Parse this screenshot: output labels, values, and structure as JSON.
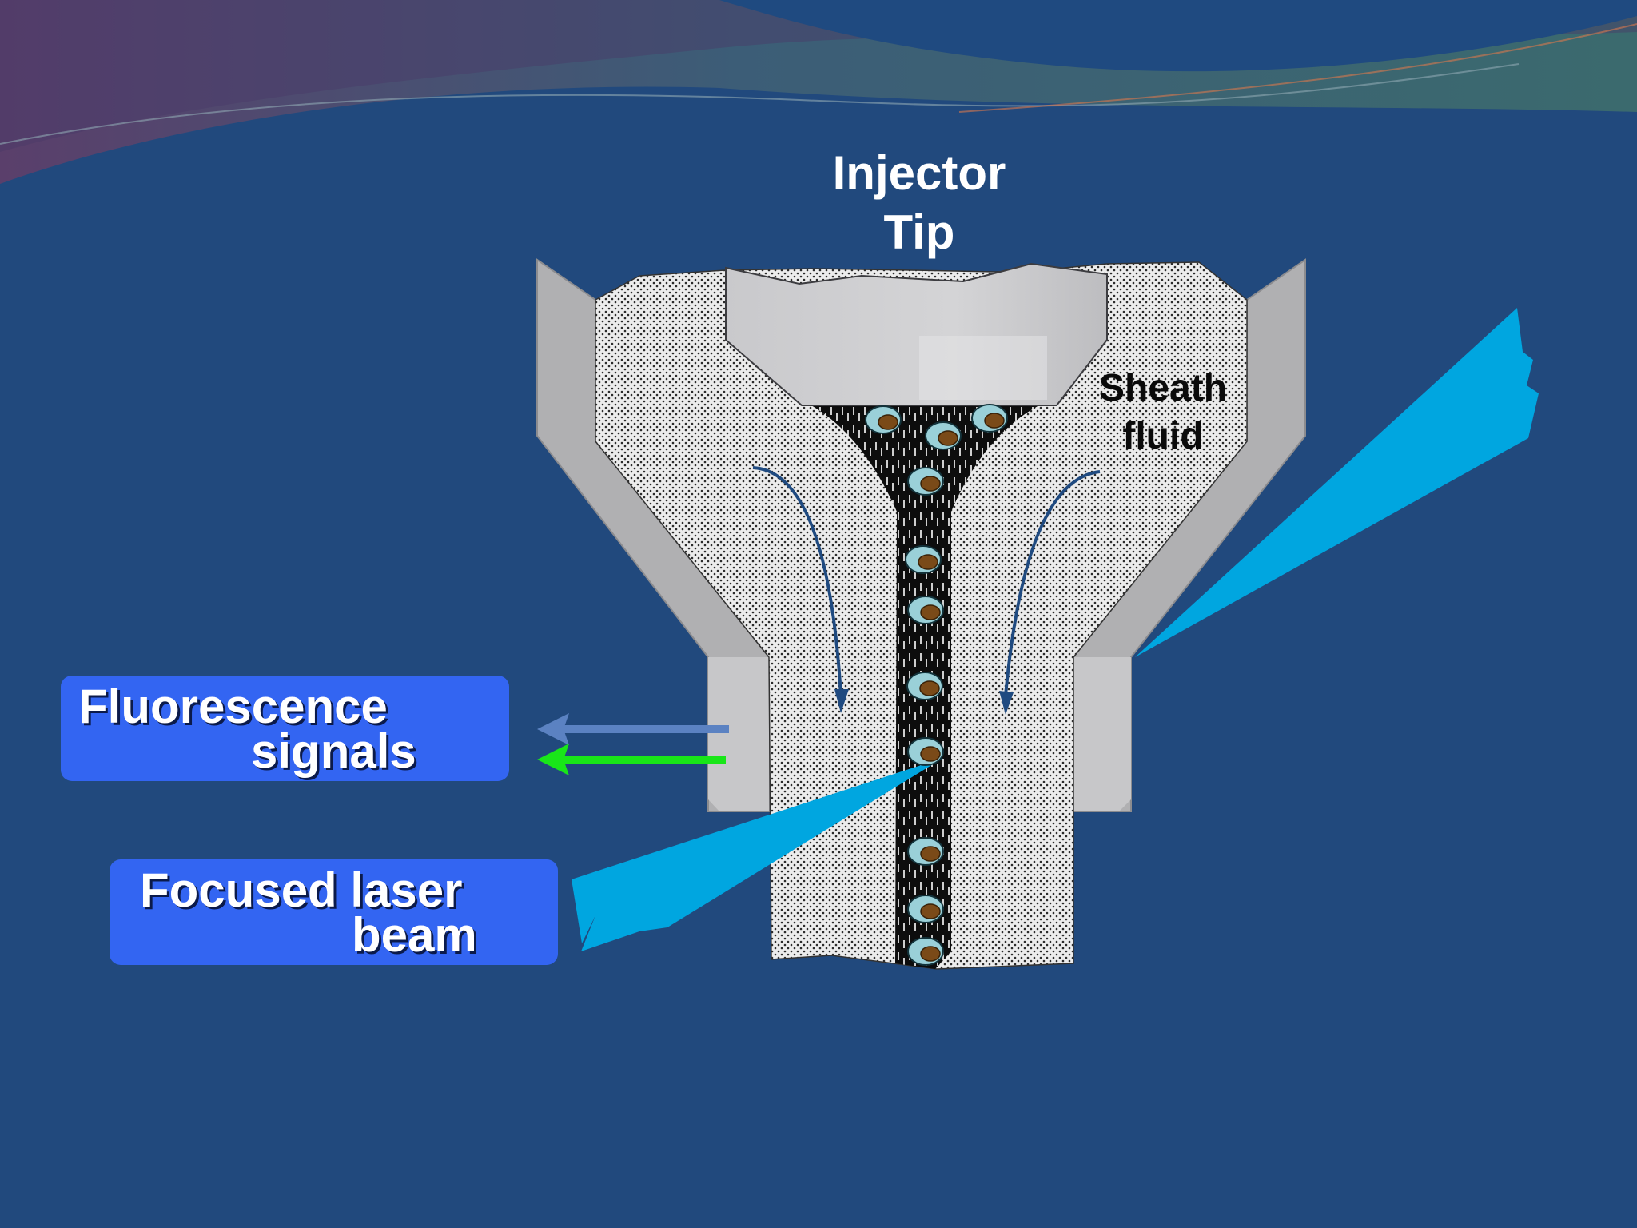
{
  "diagram": {
    "title_line1": "Injector",
    "title_line2": "Tip",
    "sheath_line1": "Sheath",
    "sheath_line2": "fluid",
    "fluorescence_line1": "Fluorescence",
    "fluorescence_line2": "signals",
    "laser_line1": "Focused laser",
    "laser_line2": "beam"
  },
  "colors": {
    "background": "#21497d",
    "label_box": "#3365f2",
    "laser": "#00a6e0",
    "scatter_arrow": "#5b82c2",
    "fluorescence_arrow": "#19e619",
    "nozzle_wall": "#b0b0b2",
    "sample_core": "#111111"
  },
  "icons": {
    "cell": "cell-icon",
    "flow_arrow": "curved-arrow-icon",
    "signal_arrow": "arrow-left-icon"
  }
}
